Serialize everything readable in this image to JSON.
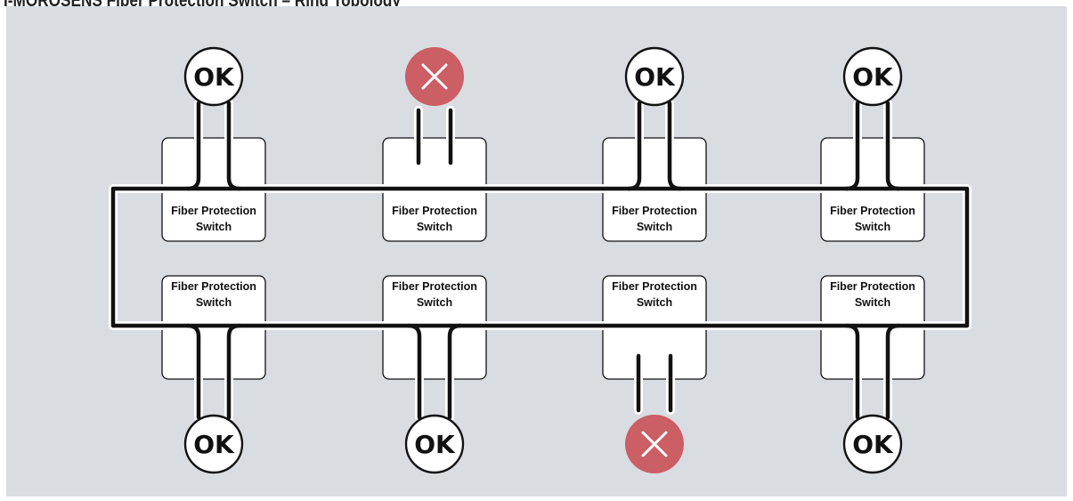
{
  "title": "I-MOROSENS Fiber Protection Switch – Ring Topology",
  "switch_label_line1": "Fiber Protection",
  "switch_label_line2": "Switch",
  "top_row": [
    {
      "status": "OK",
      "ok": true
    },
    {
      "status": "",
      "ok": false
    },
    {
      "status": "OK",
      "ok": true
    },
    {
      "status": "OK",
      "ok": true
    }
  ],
  "bottom_row": [
    {
      "status": "OK",
      "ok": true
    },
    {
      "status": "OK",
      "ok": true
    },
    {
      "status": "",
      "ok": false
    },
    {
      "status": "OK",
      "ok": true
    }
  ],
  "colors": {
    "background": "#d9dde1",
    "fault": "#cc5e66",
    "fiber": "#111111"
  }
}
